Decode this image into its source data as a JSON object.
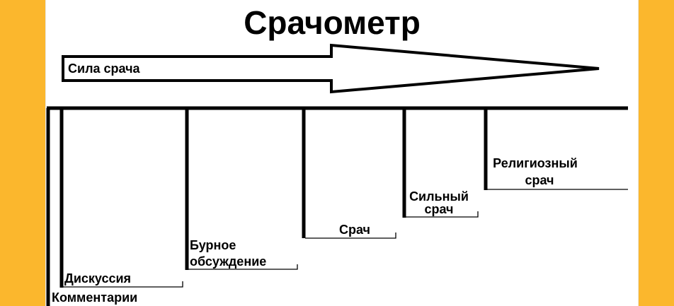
{
  "title": "Срачометр",
  "arrow_label": "Сила срача",
  "levels": [
    {
      "line1": "Комментарии",
      "line2": ""
    },
    {
      "line1": "Дискуссия",
      "line2": ""
    },
    {
      "line1": "Бурное",
      "line2": "обсуждение"
    },
    {
      "line1": "Срач",
      "line2": ""
    },
    {
      "line1": "Сильный",
      "line2": "срач"
    },
    {
      "line1": "Религиозный",
      "line2": "срач"
    }
  ],
  "colors": {
    "background": "#fbb72d",
    "sheet": "#ffffff",
    "ink": "#000000"
  }
}
